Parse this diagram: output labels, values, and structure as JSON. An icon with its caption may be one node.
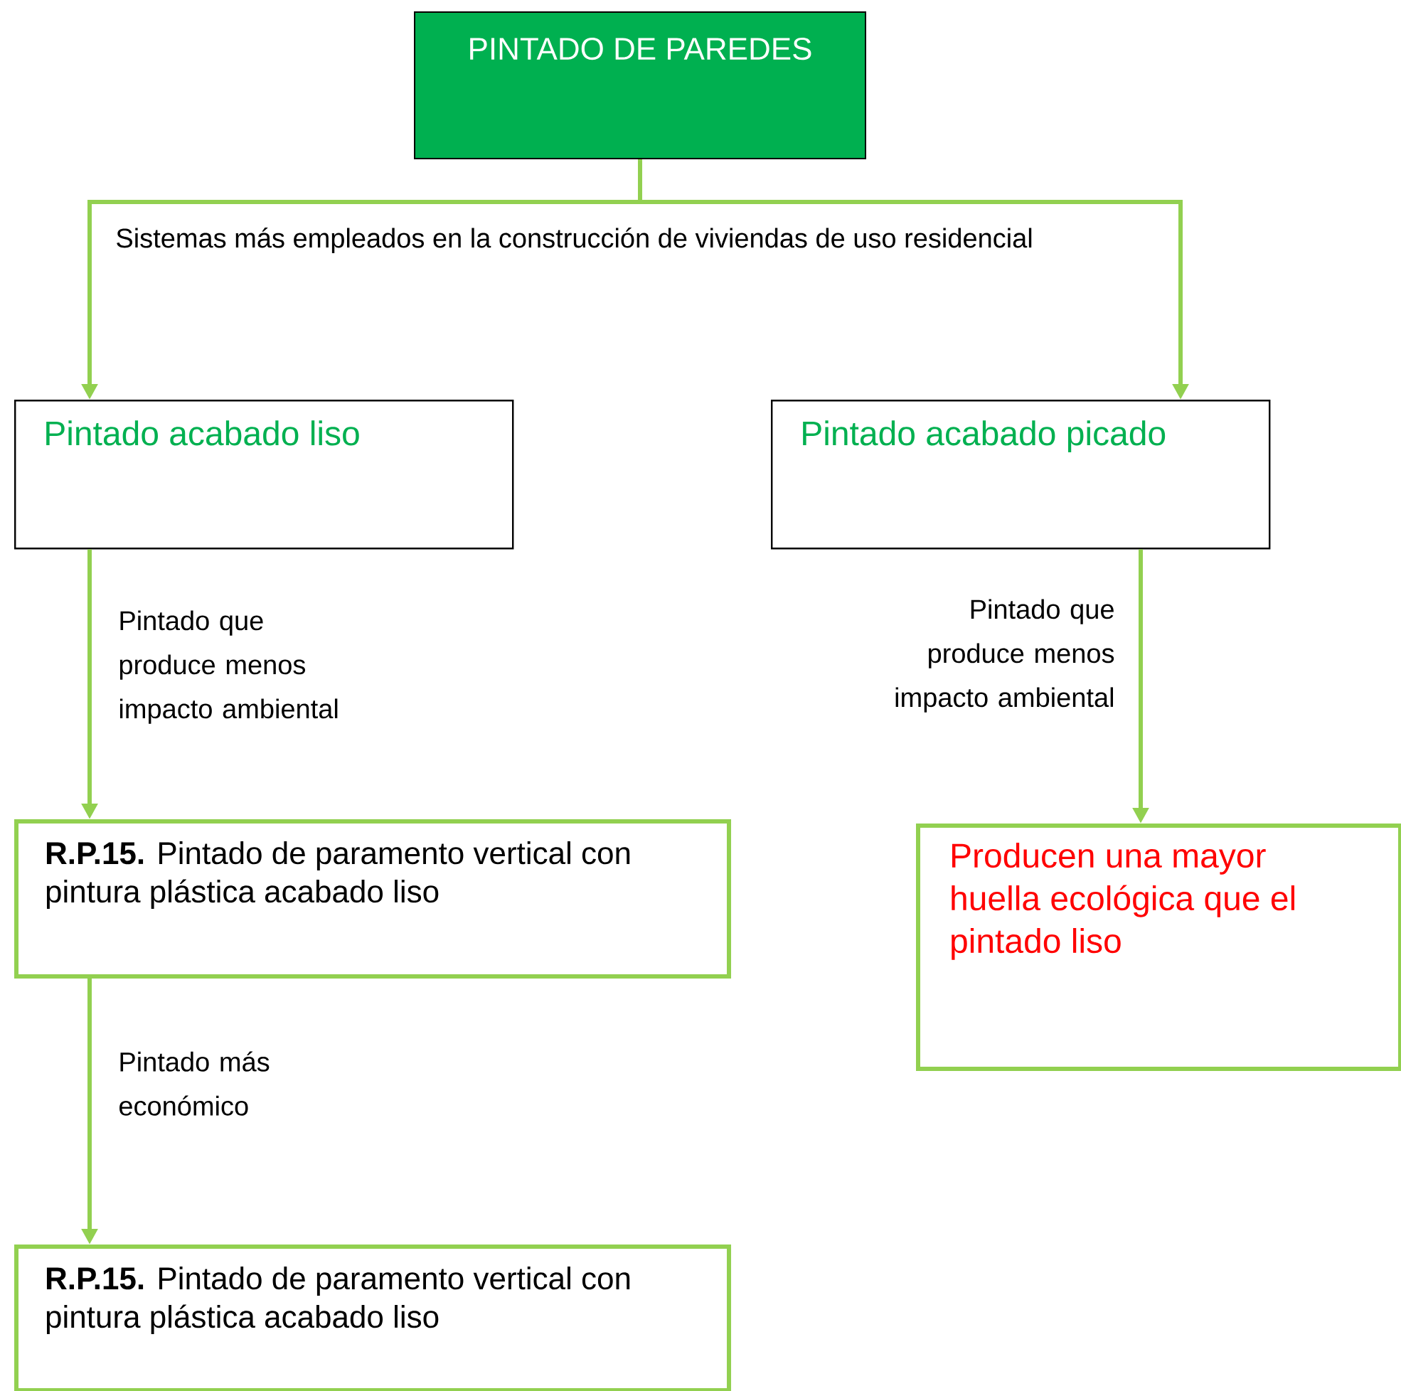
{
  "diagram": {
    "nodes": [
      {
        "text": [
          "PINTADO DE PAREDES"
        ]
      },
      {
        "text": [
          "Pintado acabado liso"
        ]
      },
      {
        "text": [
          "Pintado acabado picado"
        ]
      },
      {
        "text": [
          "**R.P.15.** Pintado de paramento vertical con pintura plástica acabado liso"
        ]
      },
      {
        "text": [
          "**R.P.15.** Pintado de paramento vertical con pintura plástica acabado liso"
        ]
      },
      {
        "text": [
          "Producen una mayor huella ecológica que el pintado liso"
        ]
      }
    ],
    "edges": [
      {
        "from": 0,
        "to": 1,
        "arrow": "to"
      },
      {
        "from": 0,
        "to": 2,
        "arrow": "to"
      },
      {
        "from": 1,
        "to": 3,
        "arrow": "to",
        "label": "Pintado que produce menos impacto ambiental"
      },
      {
        "from": 2,
        "to": 5,
        "arrow": "to",
        "label": "Pintado que produce menos impacto ambiental"
      },
      {
        "from": 3,
        "to": 4,
        "arrow": "to",
        "label": "Pintado más económico"
      }
    ],
    "labels": [
      "Sistemas más empleados en la construcción de viviendas de uso residencial"
    ]
  }
}
